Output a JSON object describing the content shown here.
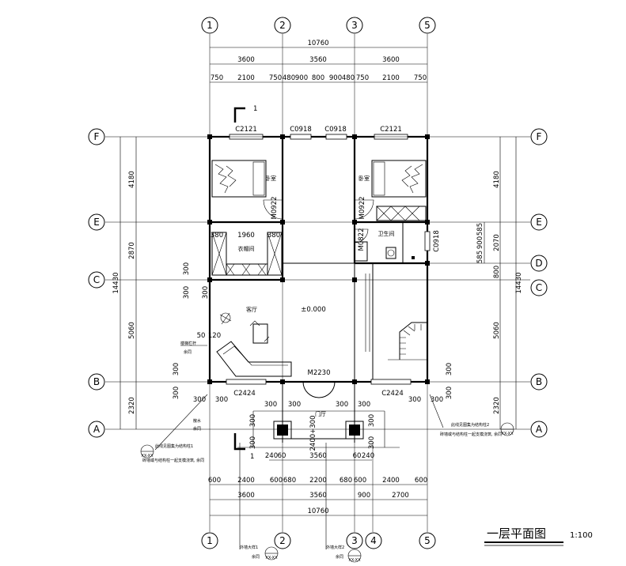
{
  "title": {
    "text": "一层平面图",
    "scale": "1:100"
  },
  "axes": {
    "top": [
      "1",
      "2",
      "3",
      "5"
    ],
    "bottom": [
      "1",
      "2",
      "3",
      "4",
      "5"
    ],
    "left": [
      "F",
      "E",
      "C",
      "B",
      "A"
    ],
    "right": [
      "F",
      "E",
      "D",
      "C",
      "B",
      "A"
    ]
  },
  "dims_top": {
    "total": "10760",
    "mid": [
      "3600",
      "3560",
      "3600"
    ],
    "detail": [
      "750",
      "2100",
      "750",
      "480",
      "900",
      "800",
      "900",
      "480",
      "750",
      "2100",
      "750"
    ]
  },
  "dims_bottom": {
    "detail": [
      "600",
      "2400",
      "600",
      "680",
      "2200",
      "680",
      "600",
      "2400",
      "600"
    ],
    "mid": [
      "3600",
      "3560",
      "900",
      "2700"
    ],
    "total": "10760"
  },
  "dims_left": {
    "total": "14430",
    "parts": [
      "4180",
      "2870",
      "5060",
      "2320"
    ]
  },
  "dims_right": {
    "total": "14430",
    "parts": [
      "4180",
      "2070",
      "800",
      "5060",
      "2320"
    ],
    "small": [
      "585",
      "900",
      "585"
    ]
  },
  "rooms": {
    "bed1": "卧室",
    "bed2": "卧室",
    "closet": "衣帽间",
    "bath": "卫生间",
    "living": "客厅",
    "foyer": "门厅"
  },
  "windows": {
    "c2121_left": "C2121",
    "c0918_a": "C0918",
    "c0918_b": "C0918",
    "c2121_right": "C2121",
    "c2424_left": "C2424",
    "c2424_right": "C2424",
    "c0918_side": "C0918"
  },
  "doors": {
    "m0922_a": "M0922",
    "m0922_b": "M0922",
    "m0822": "M0822",
    "m2230": "M2230"
  },
  "levels": {
    "floor": "±0.000"
  },
  "closet_dims": [
    "380",
    "1960",
    "380"
  ],
  "misc_dims": {
    "d300": "300",
    "d50": "50",
    "d120": "120",
    "d240": "240",
    "d60": "60",
    "d3560": "3560",
    "foyer_v": "2400+300"
  },
  "section_mark": "1",
  "notes": {
    "note1": "楼梯栏杆",
    "note1b": "余同",
    "note2": "散水",
    "note2b": "余同",
    "note3": "此线见图集为结构柱1",
    "note3b": "砖墙或与结构柱一起支模浇筑, 余同",
    "note4": "此线见图集为结构柱2",
    "note4b": "砖墙或与结构柱一起支模浇筑, 余同",
    "note5": "外墙大样1",
    "note5b": "余同",
    "note6": "外墙大样2",
    "note6b": "余同",
    "ref": "XX-XX"
  }
}
